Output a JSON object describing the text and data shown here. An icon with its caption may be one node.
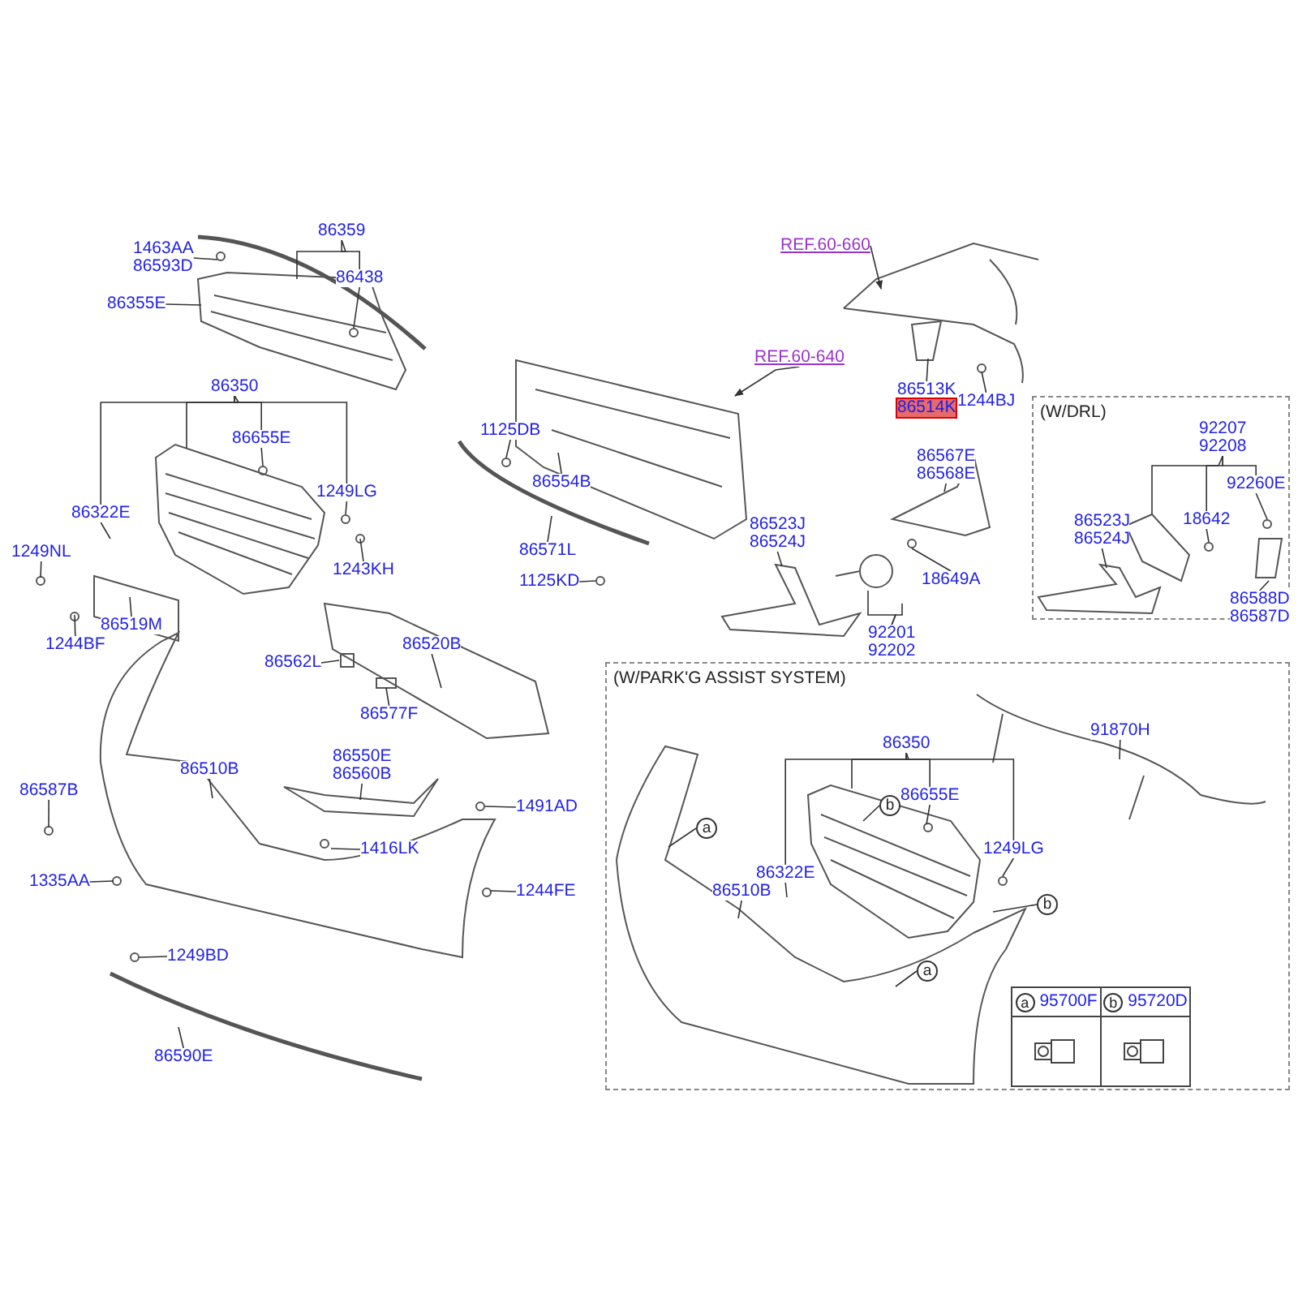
{
  "diagram": {
    "nodes": [
      {
        "text": [
          "86359"
        ]
      },
      {
        "text": [
          "1463AA",
          "86593D"
        ]
      },
      {
        "text": [
          "86438"
        ]
      },
      {
        "text": [
          "86355E"
        ]
      },
      {
        "text": [
          "86350"
        ]
      },
      {
        "text": [
          "86655E"
        ]
      },
      {
        "text": [
          "1249LG"
        ]
      },
      {
        "text": [
          "86322E"
        ]
      },
      {
        "text": [
          "1249NL"
        ]
      },
      {
        "text": [
          "1243KH"
        ]
      },
      {
        "text": [
          "86519M"
        ]
      },
      {
        "text": [
          "1244BF"
        ]
      },
      {
        "text": [
          "REF.60-660"
        ]
      },
      {
        "text": [
          "REF.60-640"
        ]
      },
      {
        "text": [
          "86513K",
          "86514K"
        ]
      },
      {
        "text": [
          "1244BJ"
        ]
      },
      {
        "text": [
          "1125DB"
        ]
      },
      {
        "text": [
          "86554B"
        ]
      },
      {
        "text": [
          "86571L"
        ]
      },
      {
        "text": [
          "1125KD"
        ]
      },
      {
        "text": [
          "86567E",
          "86568E"
        ]
      },
      {
        "text": [
          "86523J",
          "86524J"
        ]
      },
      {
        "text": [
          "18649A"
        ]
      },
      {
        "text": [
          "92201",
          "92202"
        ]
      },
      {
        "text": [
          "(W/DRL)"
        ]
      },
      {
        "text": [
          "92207",
          "92208"
        ],
        "in": 24
      },
      {
        "text": [
          "92260E"
        ],
        "in": 24
      },
      {
        "text": [
          "18642"
        ],
        "in": 24
      },
      {
        "text": [
          "86523J",
          "86524J"
        ],
        "in": 24
      },
      {
        "text": [
          "86588D",
          "86587D"
        ],
        "in": 24
      },
      {
        "text": [
          "86562L"
        ]
      },
      {
        "text": [
          "86520B"
        ]
      },
      {
        "text": [
          "86577F"
        ]
      },
      {
        "text": [
          "86510B"
        ]
      },
      {
        "text": [
          "86550E",
          "86560B"
        ]
      },
      {
        "text": [
          "1491AD"
        ]
      },
      {
        "text": [
          "86587B"
        ]
      },
      {
        "text": [
          "1416LK"
        ]
      },
      {
        "text": [
          "1335AA"
        ]
      },
      {
        "text": [
          "1244FE"
        ]
      },
      {
        "text": [
          "1249BD"
        ]
      },
      {
        "text": [
          "86590E"
        ]
      },
      {
        "text": [
          "(W/PARK'G ASSIST SYSTEM)"
        ]
      },
      {
        "text": [
          "91870H"
        ],
        "in": 42
      },
      {
        "text": [
          "86350"
        ],
        "in": 42
      },
      {
        "text": [
          "86655E"
        ],
        "in": 42
      },
      {
        "text": [
          "a"
        ],
        "in": 42
      },
      {
        "text": [
          "b"
        ],
        "in": 42
      },
      {
        "text": [
          "1249LG"
        ],
        "in": 42
      },
      {
        "text": [
          "86322E"
        ],
        "in": 42
      },
      {
        "text": [
          "b"
        ],
        "in": 42
      },
      {
        "text": [
          "86510B"
        ],
        "in": 42
      },
      {
        "text": [
          "a"
        ],
        "in": 42
      }
    ],
    "edges": [
      {
        "from": 0,
        "to": null,
        "arrow": "none"
      },
      {
        "from": 0,
        "to": 2,
        "arrow": "none"
      },
      {
        "from": 1,
        "to": null,
        "arrow": "none"
      },
      {
        "from": 2,
        "to": null,
        "arrow": "none"
      },
      {
        "from": 3,
        "to": null,
        "arrow": "none"
      },
      {
        "from": 4,
        "to": null,
        "arrow": "none"
      },
      {
        "from": 4,
        "to": 5,
        "arrow": "none"
      },
      {
        "from": 4,
        "to": 6,
        "arrow": "none"
      },
      {
        "from": 4,
        "to": 7,
        "arrow": "none"
      },
      {
        "from": 5,
        "to": null,
        "arrow": "none"
      },
      {
        "from": 6,
        "to": null,
        "arrow": "none"
      },
      {
        "from": 7,
        "to": null,
        "arrow": "none"
      },
      {
        "from": 8,
        "to": null,
        "arrow": "none"
      },
      {
        "from": 9,
        "to": null,
        "arrow": "none"
      },
      {
        "from": 10,
        "to": null,
        "arrow": "none"
      },
      {
        "from": 11,
        "to": null,
        "arrow": "none"
      },
      {
        "from": 12,
        "to": null,
        "arrow": "to"
      },
      {
        "from": 13,
        "to": null,
        "arrow": "to"
      },
      {
        "from": 14,
        "to": null,
        "arrow": "none"
      },
      {
        "from": 15,
        "to": null,
        "arrow": "none"
      },
      {
        "from": 16,
        "to": null,
        "arrow": "none"
      },
      {
        "from": 17,
        "to": null,
        "arrow": "none"
      },
      {
        "from": 18,
        "to": null,
        "arrow": "none"
      },
      {
        "from": 19,
        "to": null,
        "arrow": "none"
      },
      {
        "from": 20,
        "to": null,
        "arrow": "none"
      },
      {
        "from": 21,
        "to": null,
        "arrow": "none"
      },
      {
        "from": 22,
        "to": null,
        "arrow": "none"
      },
      {
        "from": 23,
        "to": null,
        "arrow": "none"
      },
      {
        "from": 23,
        "to": null,
        "arrow": "none"
      },
      {
        "from": 25,
        "to": null,
        "arrow": "none"
      },
      {
        "from": 25,
        "to": 26,
        "arrow": "none"
      },
      {
        "from": 25,
        "to": 27,
        "arrow": "none"
      },
      {
        "from": 26,
        "to": null,
        "arrow": "none"
      },
      {
        "from": 27,
        "to": null,
        "arrow": "none"
      },
      {
        "from": 28,
        "to": null,
        "arrow": "none"
      },
      {
        "from": 29,
        "to": null,
        "arrow": "none"
      },
      {
        "from": 30,
        "to": null,
        "arrow": "none"
      },
      {
        "from": 31,
        "to": null,
        "arrow": "none"
      },
      {
        "from": 32,
        "to": null,
        "arrow": "none"
      },
      {
        "from": 33,
        "to": null,
        "arrow": "none"
      },
      {
        "from": 34,
        "to": null,
        "arrow": "none"
      },
      {
        "from": 35,
        "to": null,
        "arrow": "none"
      },
      {
        "from": 36,
        "to": null,
        "arrow": "none"
      },
      {
        "from": 37,
        "to": null,
        "arrow": "none"
      },
      {
        "from": 38,
        "to": null,
        "arrow": "none"
      },
      {
        "from": 39,
        "to": null,
        "arrow": "none"
      },
      {
        "from": 40,
        "to": null,
        "arrow": "none"
      },
      {
        "from": 41,
        "to": null,
        "arrow": "none"
      },
      {
        "from": 43,
        "to": null,
        "arrow": "none"
      },
      {
        "from": 44,
        "to": null,
        "arrow": "none"
      },
      {
        "from": 44,
        "to": 45,
        "arrow": "none"
      },
      {
        "from": 44,
        "to": 48,
        "arrow": "none"
      },
      {
        "from": 44,
        "to": 49,
        "arrow": "none"
      },
      {
        "from": 45,
        "to": null,
        "arrow": "none"
      },
      {
        "from": 46,
        "to": null,
        "arrow": "none"
      },
      {
        "from": 47,
        "to": null,
        "arrow": "none"
      },
      {
        "from": 48,
        "to": null,
        "arrow": "none"
      },
      {
        "from": 49,
        "to": null,
        "arrow": "none"
      },
      {
        "from": 50,
        "to": null,
        "arrow": "none"
      },
      {
        "from": 51,
        "to": null,
        "arrow": "none"
      },
      {
        "from": 52,
        "to": null,
        "arrow": "none"
      }
    ],
    "labels": [
      "a",
      "95700F",
      "b",
      "95720D"
    ]
  }
}
